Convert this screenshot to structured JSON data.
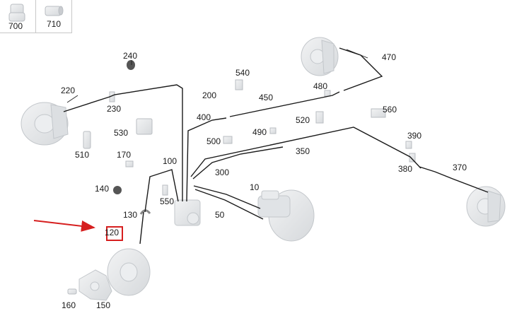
{
  "parts": {
    "p700": "700",
    "p710": "710",
    "p10": "10",
    "p20": "120",
    "p50": "50",
    "p100": "100",
    "p130": "130",
    "p140": "140",
    "p150": "150",
    "p160": "160",
    "p170": "170",
    "p200": "200",
    "p220": "220",
    "p230": "230",
    "p240": "240",
    "p300": "300",
    "p350": "350",
    "p370": "370",
    "p380": "380",
    "p390": "390",
    "p400": "400",
    "p450": "450",
    "p470": "470",
    "p480": "480",
    "p490": "490",
    "p500": "500",
    "p510": "510",
    "p520": "520",
    "p530": "530",
    "p540": "540",
    "p550": "550",
    "p560": "560"
  },
  "colors": {
    "line": "#1a1a1a",
    "part_fill": "#e4e6e8",
    "part_stroke": "#b9bdc2",
    "highlight": "#d61f1f"
  },
  "highlighted_part": "120"
}
